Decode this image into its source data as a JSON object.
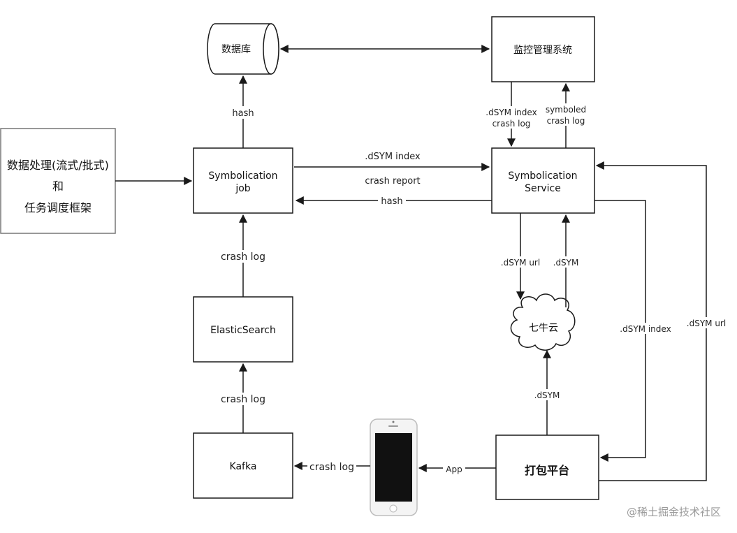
{
  "nodes": {
    "database": "数据库",
    "monitor": "监控管理系统",
    "processing_line1": "数据处理(流式/批式)",
    "processing_line2": "和",
    "processing_line3": "任务调度框架",
    "job_line1": "Symbolication",
    "job_line2": "job",
    "service_line1": "Symbolication",
    "service_line2": "Service",
    "elastic": "ElasticSearch",
    "kafka": "Kafka",
    "cloud": "七牛云",
    "packaging": "打包平台"
  },
  "edges": {
    "hash_up": "hash",
    "dsym_index_top": ".dSYM index",
    "crash_report": "crash report",
    "hash_back": "hash",
    "monitor_to_service_1": ".dSYM index",
    "monitor_to_service_2": "crash log",
    "service_to_monitor_1": "symboled",
    "service_to_monitor_2": "crash log",
    "crash_log_es": "crash log",
    "crash_log_kafka": "crash log",
    "crash_log_phone": "crash log",
    "dsym_url_down": ".dSYM url",
    "dsym_up": ".dSYM",
    "dsym_from_packaging": ".dSYM",
    "dsym_index_side": ".dSYM index",
    "dsym_url_side": ".dSYM url",
    "app": "App"
  },
  "watermark": "@稀土掘金技术社区",
  "colors": {
    "stroke": "#1a1a1a",
    "processing_border": "#777777",
    "phone_screen": "#111111"
  }
}
